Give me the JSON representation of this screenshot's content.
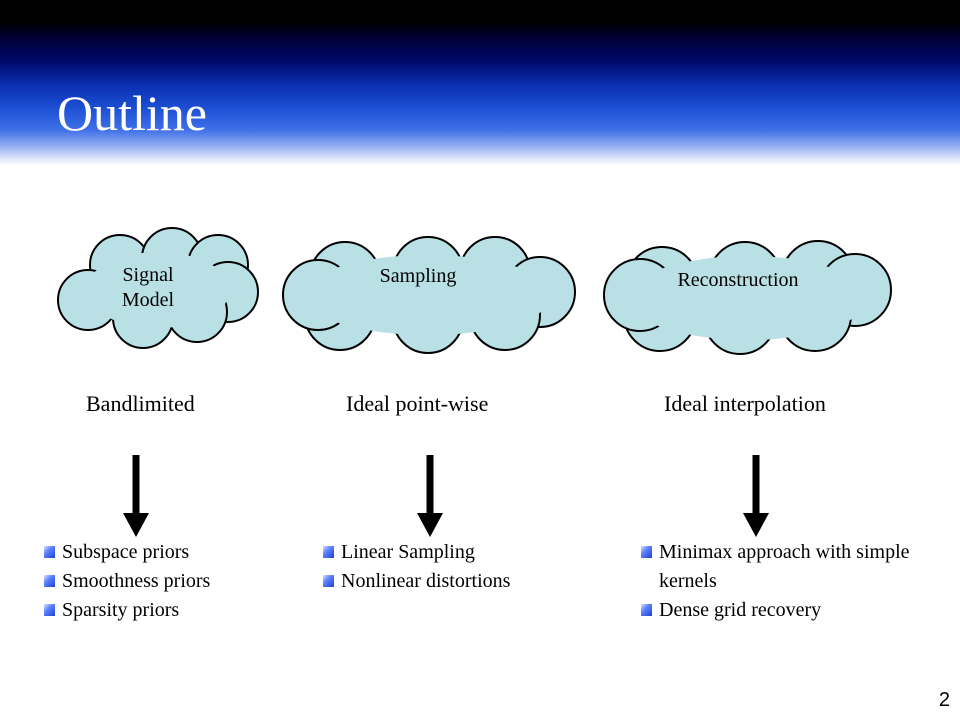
{
  "slide": {
    "title": "Outline",
    "page_number": "2"
  },
  "stages": [
    {
      "cloud_label": "Signal\nModel",
      "caption": "Bandlimited",
      "bullets": [
        "Subspace priors",
        "Smoothness priors",
        "Sparsity priors"
      ]
    },
    {
      "cloud_label": "Sampling",
      "caption": "Ideal point-wise",
      "bullets": [
        "Linear Sampling",
        "Nonlinear distortions"
      ]
    },
    {
      "cloud_label": "Reconstruction",
      "caption": "Ideal interpolation",
      "bullets": [
        "Minimax approach with simple kernels",
        "Dense grid recovery"
      ]
    }
  ],
  "colors": {
    "header_top": "#000000",
    "header_bottom": "#1f52d6",
    "cloud_fill": "#b9e0e4",
    "bullet": "#1f3fd1"
  }
}
